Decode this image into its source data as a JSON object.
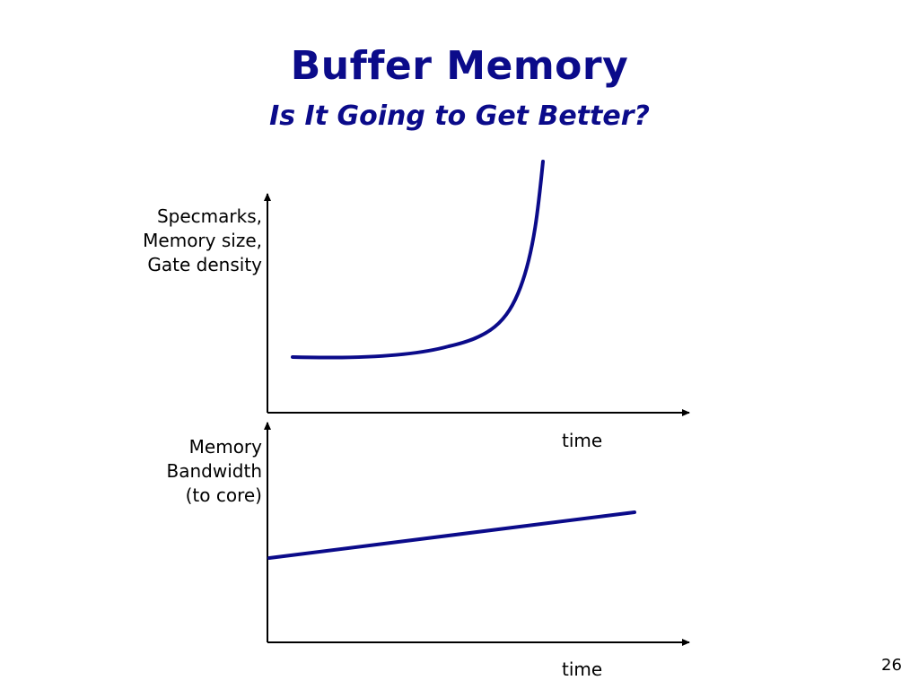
{
  "slide": {
    "title": "Buffer Memory",
    "subtitle": "Is It Going to Get Better?",
    "page_number": "26"
  },
  "plots": {
    "top": {
      "ylabel_lines": [
        "Specmarks,",
        "Memory size,",
        "Gate density"
      ],
      "xlabel": "time",
      "curve": "exponential growth"
    },
    "bottom": {
      "ylabel_lines": [
        "Memory",
        "Bandwidth",
        "(to core)"
      ],
      "xlabel": "time",
      "curve": "slow linear growth"
    },
    "colors": {
      "curve": "#0b0b8a",
      "axis": "#000000",
      "title": "#0b0b8a"
    }
  }
}
